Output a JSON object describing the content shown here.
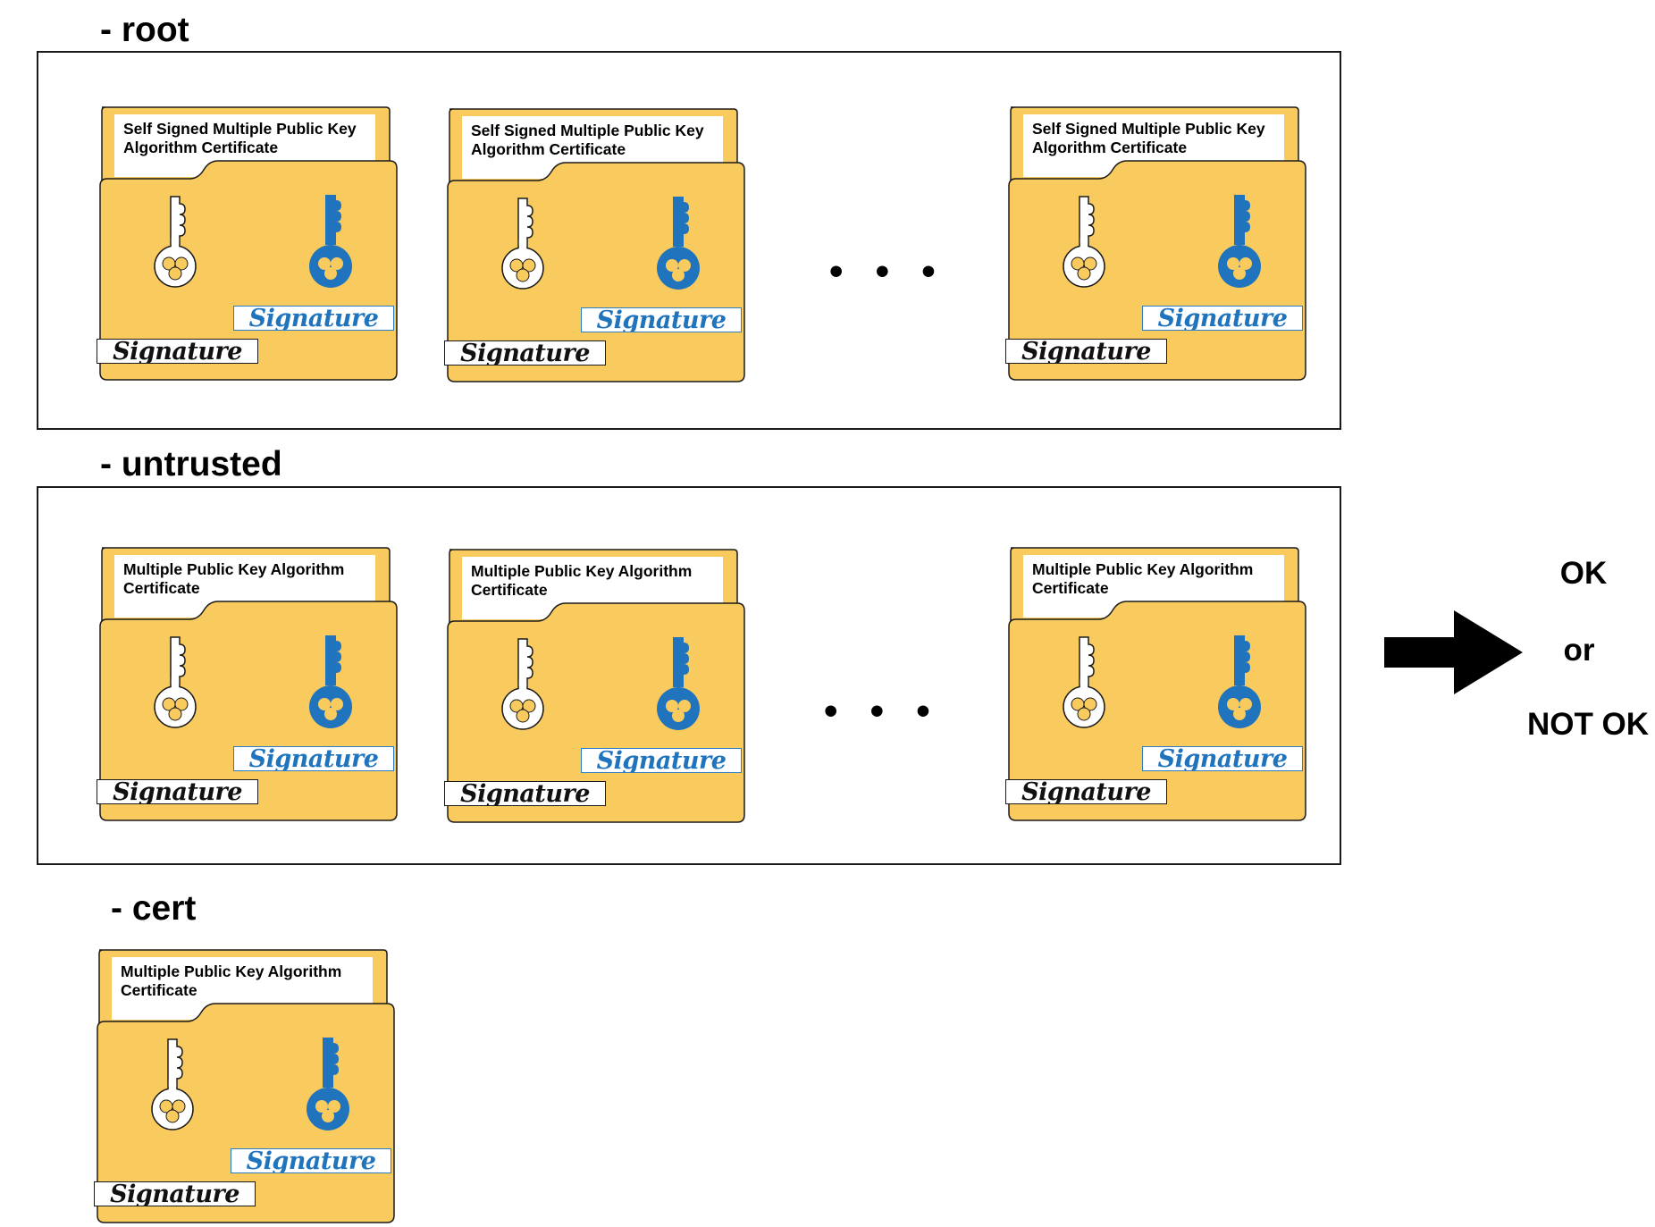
{
  "sections": {
    "root": "- root",
    "untrusted": "- untrusted",
    "cert": "- cert"
  },
  "certificates": {
    "root_title": "Self Signed Multiple Public Key Algorithm Certificate",
    "untrusted_title": "Multiple Public Key Algorithm Certificate",
    "cert_title": "Multiple Public Key Algorithm Certificate",
    "signature_label": "Signature"
  },
  "ellipsis": "• • •",
  "result": {
    "ok": "OK",
    "or": "or",
    "not_ok": "NOT OK"
  },
  "colors": {
    "folder_fill": "#f9cb5f",
    "key_blue": "#1f74bd",
    "outline": "#1a1a1a"
  },
  "icons": [
    "folder-icon",
    "white-key-icon",
    "blue-key-icon",
    "right-arrow-icon"
  ]
}
